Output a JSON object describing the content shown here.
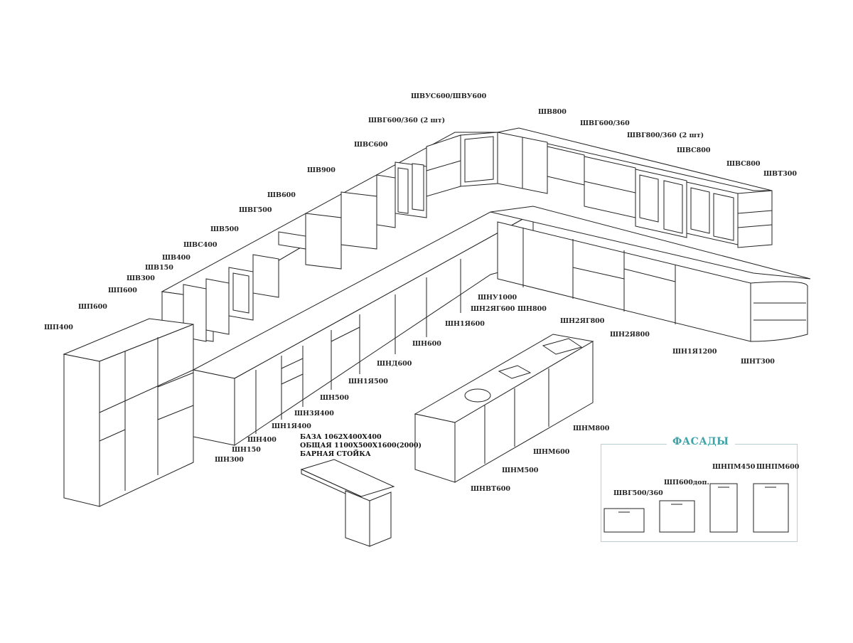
{
  "labels": {
    "shvus600": "ШВУС600/ШВУ600",
    "shvg600_360_2": "ШВГ600/360 (2 шт)",
    "shv800": "ШВ800",
    "shvg600_360": "ШВГ600/360",
    "shvg800_360_2": "ШВГ800/360 (2 шт)",
    "shvs800_a": "ШВС800",
    "shvs800_b": "ШВС800",
    "shvt300": "ШВТ300",
    "shvs600": "ШВС600",
    "shv900": "ШВ900",
    "shv600": "ШВ600",
    "shvg500": "ШВГ500",
    "shv500": "ШВ500",
    "shvs400": "ШВС400",
    "shv400": "ШВ400",
    "shv150": "ШВ150",
    "shv300": "ШВ300",
    "shp600_a": "ШП600",
    "shp600_b": "ШП600",
    "shp400": "ШП400",
    "shnu1000": "ШНУ1000",
    "shn2yag600": "ШН2ЯГ600",
    "shn800": "ШН800",
    "shn2yag800": "ШН2ЯГ800",
    "shn1ya600": "ШН1Я600",
    "shn2ya800": "ШН2Я800",
    "shn600": "ШН600",
    "shn1ya1200": "ШН1Я1200",
    "shnt300": "ШНТ300",
    "shnd600": "ШНД600",
    "shn1ya500": "ШН1Я500",
    "shn500": "ШН500",
    "shn3ya400": "ШН3Я400",
    "shn1ya400": "ШН1Я400",
    "shn400": "ШН400",
    "shn150": "ШН150",
    "shn300": "ШН300",
    "shnm800": "ШНМ800",
    "shnm600": "ШНМ600",
    "shnm500": "ШНМ500",
    "shnvt600": "ШНВТ600"
  },
  "bar": {
    "line1": "БАЗА 1062Х400Х400",
    "line2": "ОБЩАЯ 1100Х500Х1600(2000)",
    "line3": "БАРНАЯ СТОЙКА"
  },
  "facades": {
    "title": "ФАСАДЫ",
    "items": [
      "ШВГ500/360",
      "ШП600доп.",
      "ШНПМ450",
      "ШНПМ600"
    ]
  }
}
